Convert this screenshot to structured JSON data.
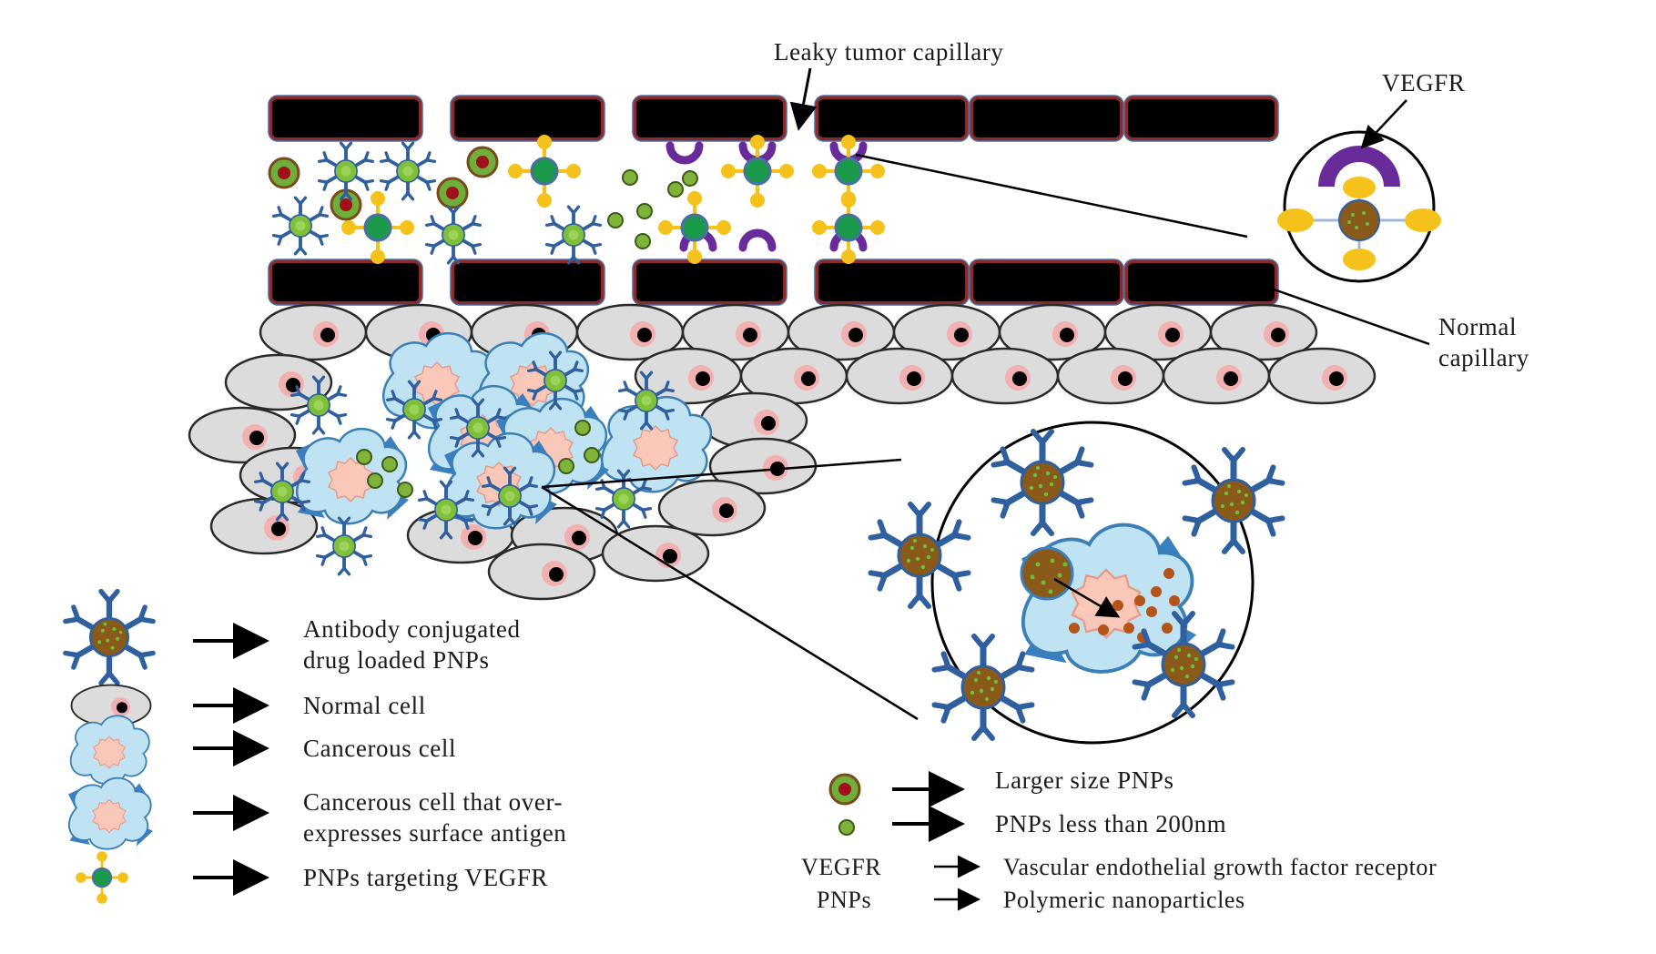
{
  "labels": {
    "leaky_capillary": "Leaky tumor capillary",
    "vegfr": "VEGFR",
    "normal_capillary_line1": "Normal",
    "normal_capillary_line2": "capillary"
  },
  "legend_left": [
    {
      "symbol": "antibody-pnp",
      "text_lines": [
        "Antibody conjugated",
        "drug loaded PNPs"
      ]
    },
    {
      "symbol": "normal-cell",
      "text_lines": [
        "Normal cell"
      ]
    },
    {
      "symbol": "cancerous-cell",
      "text_lines": [
        "Cancerous cell"
      ]
    },
    {
      "symbol": "antigen-cell",
      "text_lines": [
        "Cancerous cell that over-",
        "expresses surface antigen"
      ]
    },
    {
      "symbol": "vegfr-pnp",
      "text_lines": [
        "PNPs targeting VEGFR"
      ]
    }
  ],
  "legend_right": [
    {
      "symbol": "large-pnp",
      "text": "Larger size PNPs"
    },
    {
      "symbol": "small-pnp",
      "text": "PNPs less than 200nm"
    }
  ],
  "abbreviations": [
    {
      "abbr": "VEGFR",
      "meaning": "Vascular endothelial growth factor receptor"
    },
    {
      "abbr": "PNPs",
      "meaning": "Polymeric nanoparticles"
    }
  ],
  "colors": {
    "capillary_fill": "#000000",
    "capillary_border": "#8a2a2a",
    "receptor": "#6a2b9a",
    "antibody": "#2f5f9e",
    "drug_core": "#8a5a1a",
    "drug_dots": "#5a9a2a",
    "ligand": "#f5c21b",
    "targeting_core": "#1a9a4a",
    "cancer_cell": "#bfe3f2",
    "cancer_nucleus": "#f9c8b8",
    "normal_cell": "#dcdcdc",
    "normal_nucleus": "#f2b0b0"
  }
}
